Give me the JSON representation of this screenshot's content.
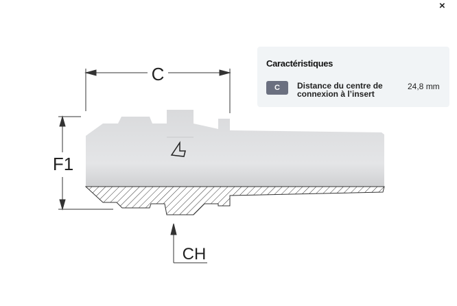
{
  "close_label": "×",
  "drawing": {
    "dim_c": "C",
    "dim_f1": "F1",
    "dim_ch": "CH"
  },
  "panel": {
    "title": "Caractéristiques",
    "rows": [
      {
        "code": "C",
        "description": "Distance du centre de connexion à l’insert",
        "value": "24,8 mm"
      }
    ]
  }
}
